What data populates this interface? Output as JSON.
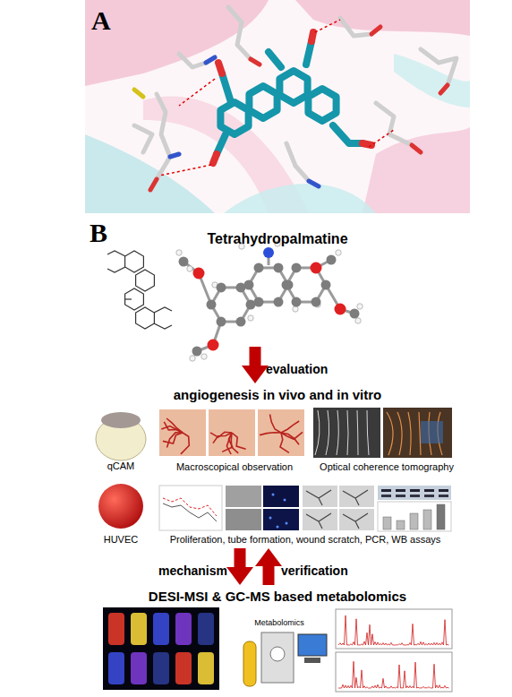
{
  "diagram": {
    "nodes": [
      {
        "text": [
          "A"
        ]
      },
      {
        "text": [
          "B"
        ]
      },
      {
        "text": [
          "Tetrahydropalmatine"
        ],
        "in": 1
      },
      {
        "text": [
          "angiogenesis in vivo and in vitro"
        ],
        "in": 1
      },
      {
        "text": [
          "DESI-MSI & GC-MS based metabolomics"
        ],
        "in": 1
      }
    ],
    "edges": [
      {
        "from": 2,
        "to": 3,
        "arrow": "to",
        "label": "evaluation"
      },
      {
        "from": 3,
        "to": 4,
        "arrow": "to",
        "label": "mechanism"
      },
      {
        "from": 4,
        "to": 3,
        "arrow": "to",
        "label": "verification"
      }
    ],
    "labels": [
      "qCAM",
      "Macroscopical observation",
      "Optical coherence tomography",
      "HUVEC",
      "Proliferation, tube formation, wound scratch, PCR, WB assays",
      "Metabolomics"
    ]
  }
}
